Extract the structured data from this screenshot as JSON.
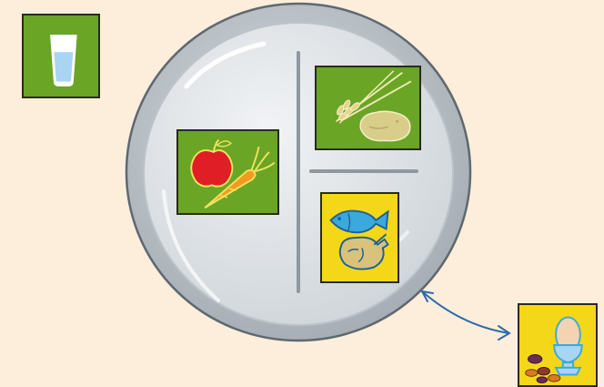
{
  "colors": {
    "background": "#fdeedc",
    "plate_rim": "#aeb6bd",
    "plate_surface": "#e7eaed",
    "plate_divider": "#8f989f",
    "tile_green": "#6aa526",
    "tile_yellow": "#f4d719",
    "arrow": "#2e6aa8"
  },
  "items": [
    {
      "name": "water-glass",
      "icon": "glass-of-water-icon",
      "tile_color": "green"
    },
    {
      "name": "grains-and-potatoes",
      "icon": "wheat-and-potato-icon",
      "tile_color": "green"
    },
    {
      "name": "fruits-and-vegetables",
      "icon": "apple-and-carrot-icon",
      "tile_color": "green"
    },
    {
      "name": "fish-and-meat",
      "icon": "fish-and-chicken-icon",
      "tile_color": "yellow"
    },
    {
      "name": "eggs-and-legumes",
      "icon": "egg-and-beans-icon",
      "tile_color": "yellow"
    }
  ]
}
